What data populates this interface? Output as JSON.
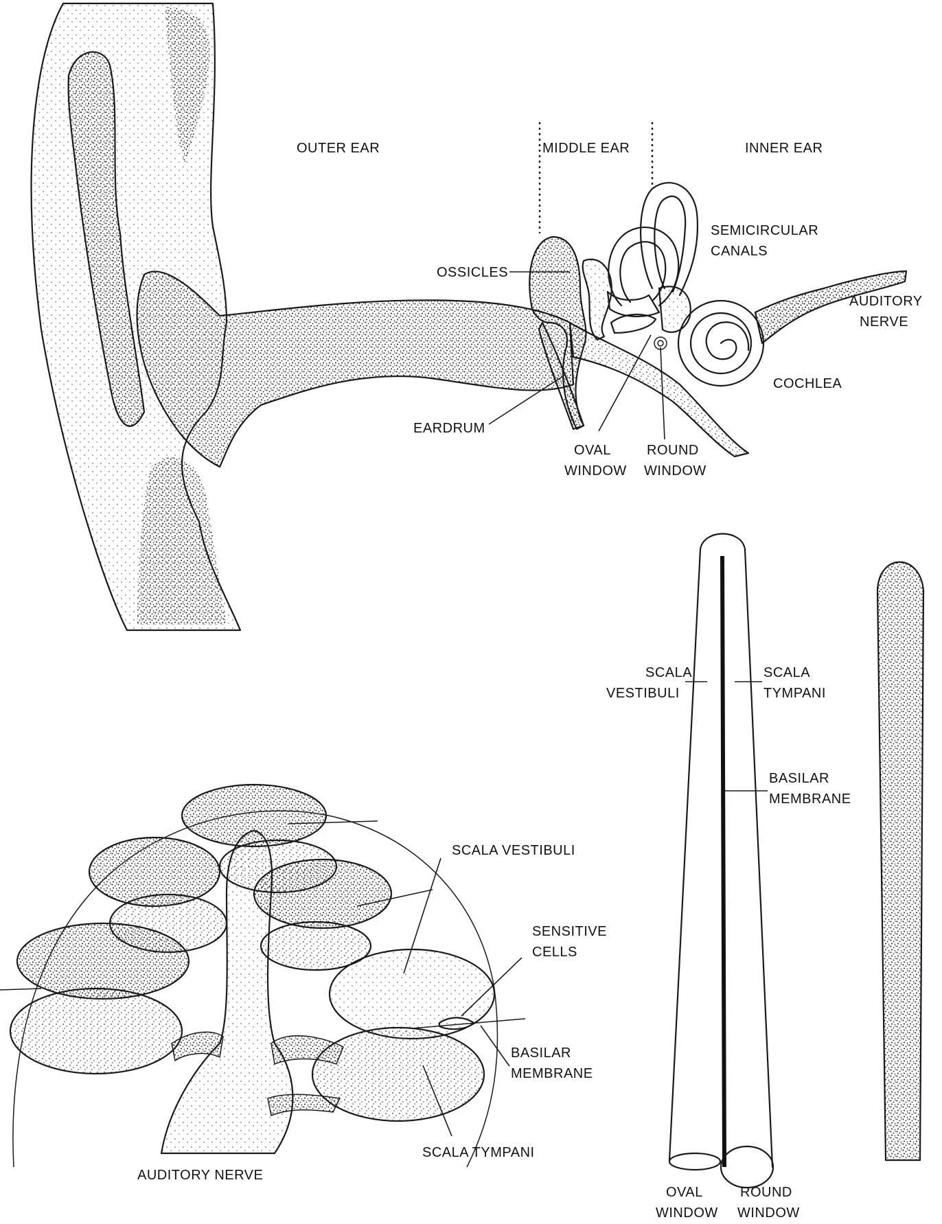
{
  "ear_diagram": {
    "regions": {
      "outer_ear": "OUTER EAR",
      "middle_ear": "MIDDLE EAR",
      "inner_ear": "INNER EAR"
    },
    "labels": {
      "semicircular_1": "SEMICIRCULAR",
      "semicircular_2": "CANALS",
      "ossicles": "OSSICLES",
      "auditory_nerve_1": "AUDITORY",
      "auditory_nerve_2": "NERVE",
      "cochlea": "COCHLEA",
      "eardrum": "EARDRUM",
      "oval_window_1": "OVAL",
      "oval_window_2": "WINDOW",
      "round_window_1": "ROUND",
      "round_window_2": "WINDOW"
    }
  },
  "cochlea_section": {
    "labels": {
      "scala_vestibuli": "SCALA VESTIBULI",
      "sensitive_cells_1": "SENSITIVE",
      "sensitive_cells_2": "CELLS",
      "basilar_membrane_1": "BASILAR",
      "basilar_membrane_2": "MEMBRANE",
      "scala_tympani": "SCALA TYMPANI",
      "auditory_nerve": "AUDITORY NERVE"
    }
  },
  "uncoiled_cochlea": {
    "labels": {
      "scala_vestibuli_1": "SCALA",
      "scala_vestibuli_2": "VESTIBULI",
      "scala_tympani_1": "SCALA",
      "scala_tympani_2": "TYMPANI",
      "basilar_membrane_1": "BASILAR",
      "basilar_membrane_2": "MEMBRANE",
      "oval_window_1": "OVAL",
      "oval_window_2": "WINDOW",
      "round_window_1": "ROUND",
      "round_window_2": "WINDOW"
    }
  }
}
